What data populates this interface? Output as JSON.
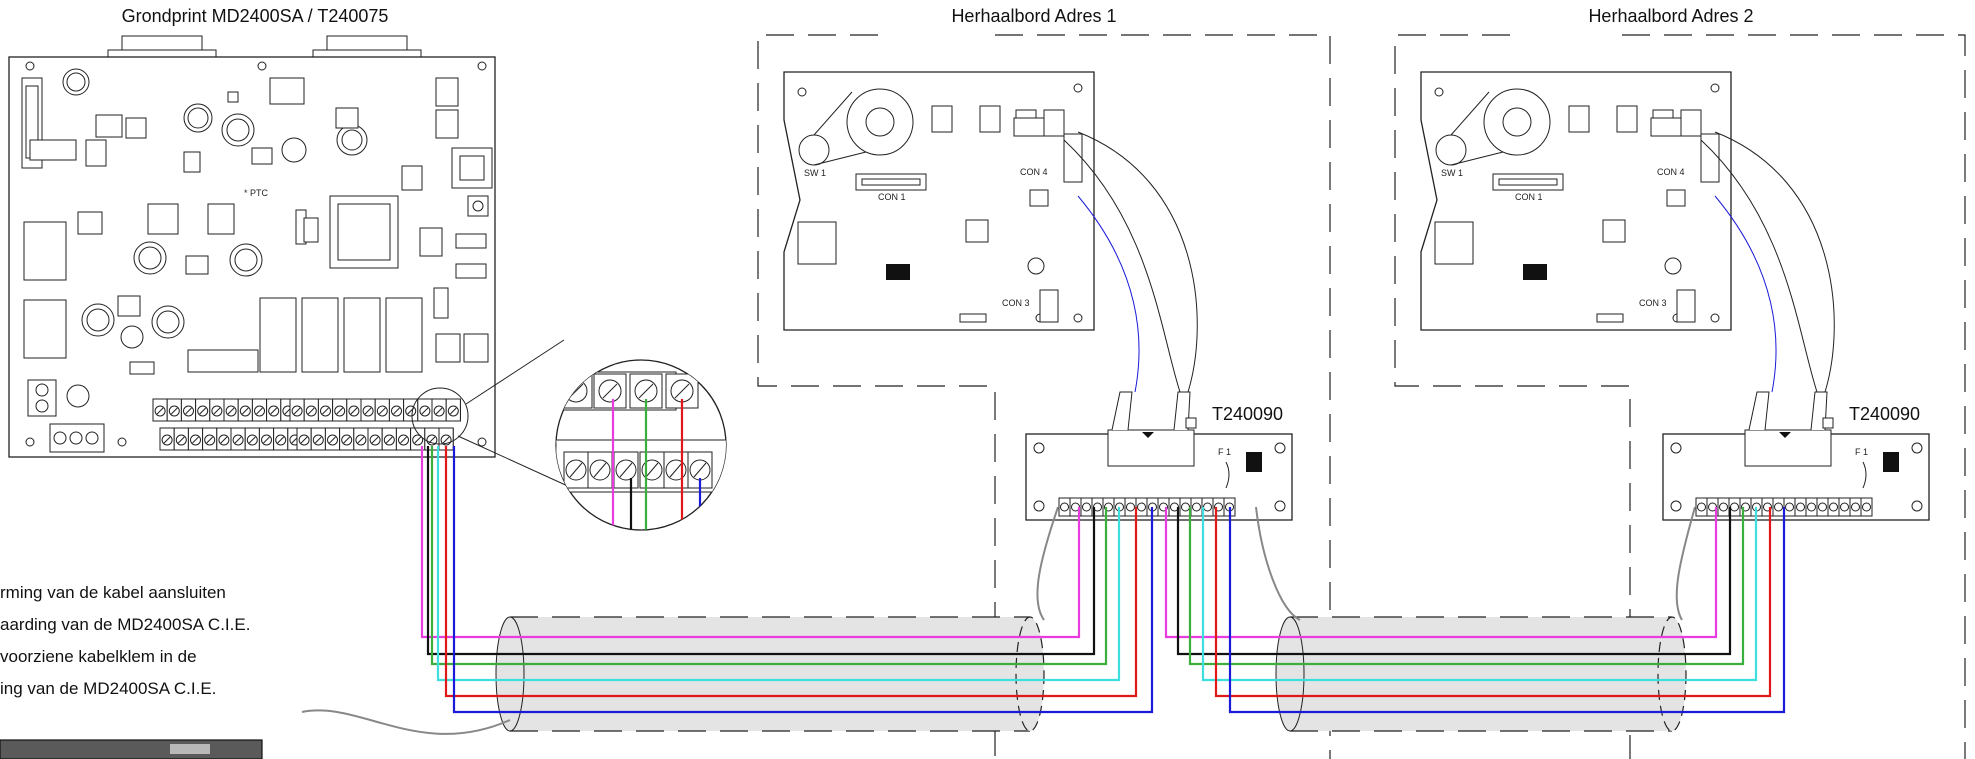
{
  "main_board": {
    "title": "Grondprint MD2400SA / T240075",
    "ptc_label": "* PTC"
  },
  "repeaters": [
    {
      "title": "Herhaalbord Adres 1",
      "interface_label": "T240090",
      "sw_label": "SW 1",
      "con1_label": "CON 1",
      "con3_label": "CON 3",
      "con4_label": "CON 4",
      "fuse_label": "F 1"
    },
    {
      "title": "Herhaalbord Adres 2",
      "interface_label": "T240090",
      "sw_label": "SW 1",
      "con1_label": "CON 1",
      "con3_label": "CON 3",
      "con4_label": "CON 4",
      "fuse_label": "F 1"
    }
  ],
  "note": {
    "lines": [
      "rming van de kabel aansluiten",
      "aarding van de MD2400SA C.I.E.",
      "voorziene kabelklem in de",
      "ing van de MD2400SA C.I.E."
    ]
  },
  "wire_colors": {
    "magenta": "#e83ce0",
    "black": "#111111",
    "green": "#3cae3c",
    "cyan": "#3cdede",
    "red": "#e01818",
    "blue": "#1a1ad8",
    "shield_gray": "#888888",
    "cable_fill": "#e4e4e4"
  }
}
